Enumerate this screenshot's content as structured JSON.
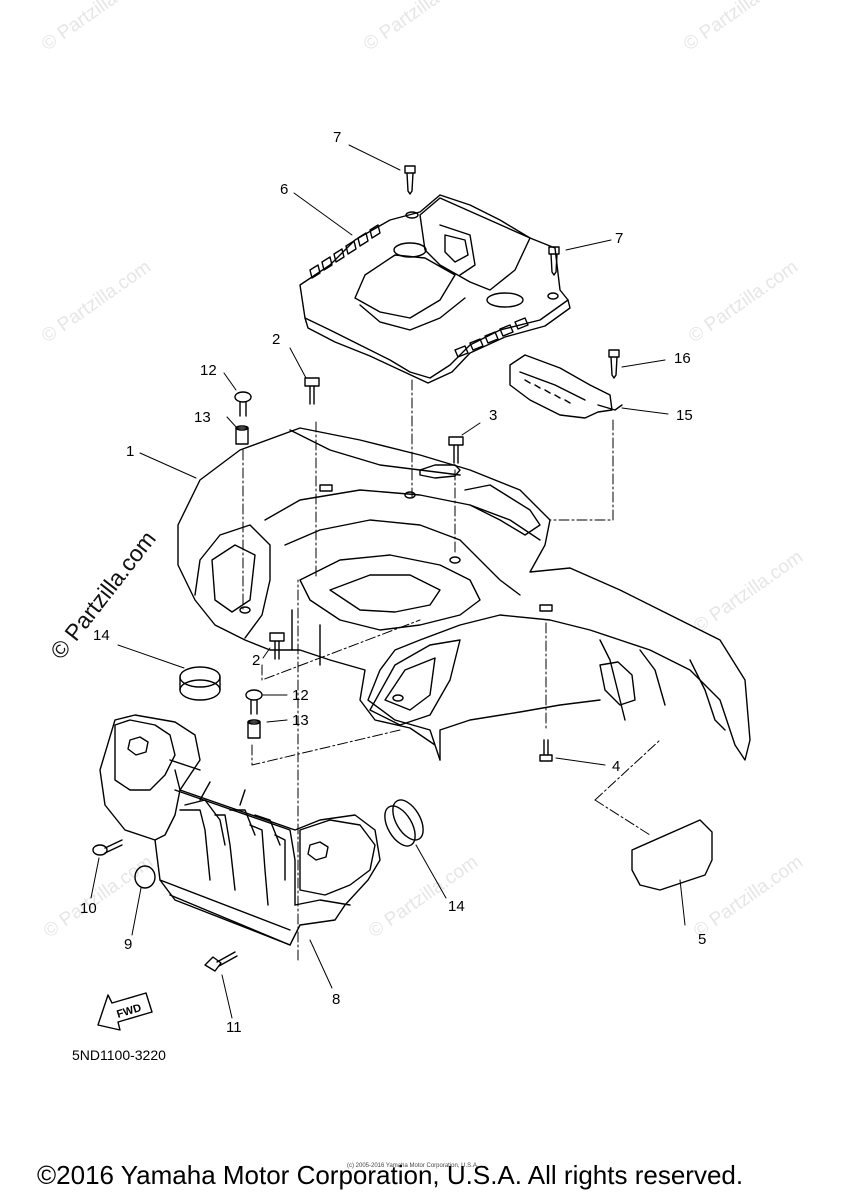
{
  "watermark": "© Partzilla.com",
  "callouts": {
    "c1": "1",
    "c2a": "2",
    "c2b": "2",
    "c3": "3",
    "c4": "4",
    "c5": "5",
    "c6": "6",
    "c7a": "7",
    "c7b": "7",
    "c8": "8",
    "c9": "9",
    "c10": "10",
    "c11": "11",
    "c12a": "12",
    "c12b": "12",
    "c13a": "13",
    "c13b": "13",
    "c14a": "14",
    "c14b": "14",
    "c15": "15",
    "c16": "16"
  },
  "fwd_label": "FWD",
  "part_code": "5ND1100-3220",
  "copyright": "©2016 Yamaha Motor Corporation, U.S.A. All rights reserved.",
  "small_copyright": "(c) 2005-2016 Yamaha Motor Corporation, U.S.A."
}
